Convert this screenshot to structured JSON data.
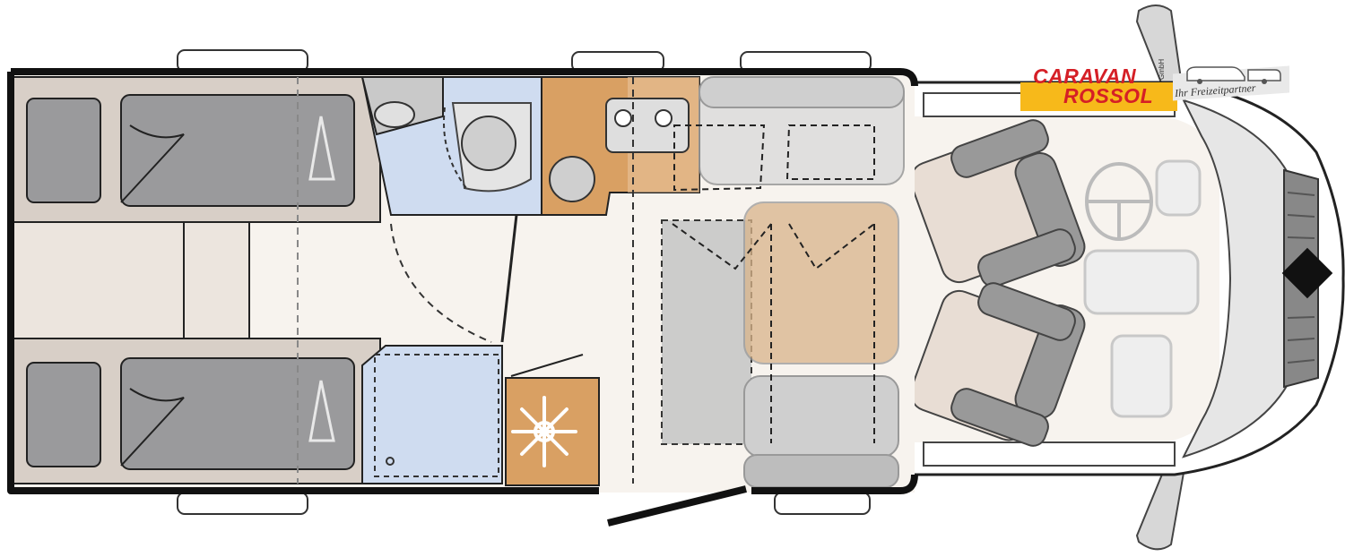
{
  "logo": {
    "line1": "CARAVAN",
    "line2": "ROSSOL",
    "suffix": "GmbH",
    "slogan": "Ihr Freizeitpartner"
  },
  "colors": {
    "wall": "#111111",
    "bed": "#d8cfc7",
    "mattress": "#9a9a9c",
    "floor": "#f6f2ec",
    "bathroom": "#cfdcf0",
    "kitchen": "#d9a063",
    "table": "#d9b48a",
    "seat": "#cfcfcf",
    "cab": "#ffffff",
    "logo_red": "#d51f26",
    "logo_yellow": "#f7b91a"
  },
  "icons": [
    "snowflake-icon",
    "hanger-icon",
    "steering-wheel-icon",
    "sink-icon",
    "toilet-icon",
    "shower-drain-icon"
  ]
}
